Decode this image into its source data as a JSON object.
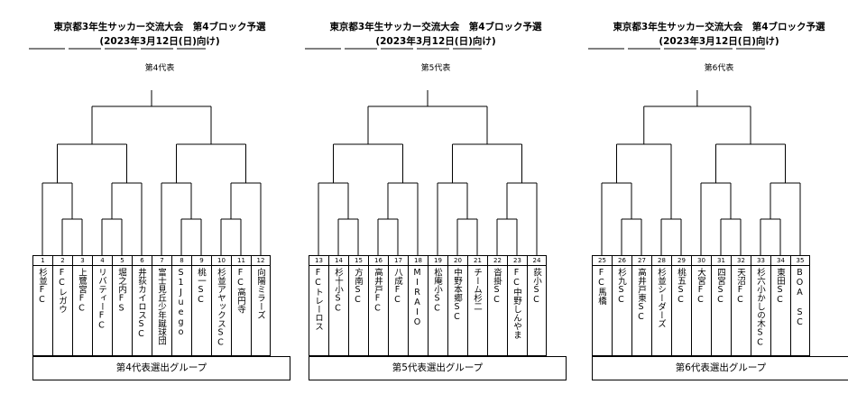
{
  "panels": [
    {
      "title": "東京都3年生サッカー交流大会　第4ブロック予選",
      "subtitle": "(2023年3月12日(日)向け)",
      "rep": "第4代表",
      "group": "第4代表選出グループ",
      "teams": [
        {
          "num": "1",
          "name": "杉並FC"
        },
        {
          "num": "2",
          "name": "FCレガウ"
        },
        {
          "num": "3",
          "name": "上鷺宮FC"
        },
        {
          "num": "4",
          "name": "リバティーFC"
        },
        {
          "num": "5",
          "name": "堀之内FS"
        },
        {
          "num": "6",
          "name": "井荻カイロスSC"
        },
        {
          "num": "7",
          "name": "富士見丘少年蹴球団"
        },
        {
          "num": "8",
          "name": "S1Juego"
        },
        {
          "num": "9",
          "name": "桃一SC"
        },
        {
          "num": "10",
          "name": "杉並アヤックスSC"
        },
        {
          "num": "11",
          "name": "FC高円寺"
        },
        {
          "num": "12",
          "name": "向陽ミラーズ"
        }
      ]
    },
    {
      "title": "東京都3年生サッカー交流大会　第4ブロック予選",
      "subtitle": "(2023年3月12日(日)向け)",
      "rep": "第5代表",
      "group": "第5代表選出グループ",
      "teams": [
        {
          "num": "13",
          "name": "FCトレーロス"
        },
        {
          "num": "14",
          "name": "杉十小SC"
        },
        {
          "num": "15",
          "name": "方南SC"
        },
        {
          "num": "16",
          "name": "高井戸FC"
        },
        {
          "num": "17",
          "name": "八成FC"
        },
        {
          "num": "18",
          "name": "MIRAIO"
        },
        {
          "num": "19",
          "name": "松庵小SC"
        },
        {
          "num": "20",
          "name": "中野本郷SC"
        },
        {
          "num": "21",
          "name": "チーム杉二"
        },
        {
          "num": "22",
          "name": "沓掛SC"
        },
        {
          "num": "23",
          "name": "FC中野しんやま"
        },
        {
          "num": "24",
          "name": "荻小SC"
        }
      ]
    },
    {
      "title": "東京都3年生サッカー交流大会　第4ブロック予選",
      "subtitle": "(2023年3月12日(日)向け)",
      "rep": "第6代表",
      "group": "第6代表選出グループ",
      "teams": [
        {
          "num": "25",
          "name": "FC馬橋"
        },
        {
          "num": "26",
          "name": "杉九SC"
        },
        {
          "num": "27",
          "name": "高井戸東SC"
        },
        {
          "num": "28",
          "name": "杉並シーダーズ"
        },
        {
          "num": "29",
          "name": "桃五SC"
        },
        {
          "num": "30",
          "name": "大宮FC"
        },
        {
          "num": "31",
          "name": "四宮SC"
        },
        {
          "num": "32",
          "name": "天沼FC"
        },
        {
          "num": "33",
          "name": "杉六小かしの木SC"
        },
        {
          "num": "34",
          "name": "東田SC"
        },
        {
          "num": "35",
          "name": "BOA SC"
        }
      ]
    }
  ]
}
